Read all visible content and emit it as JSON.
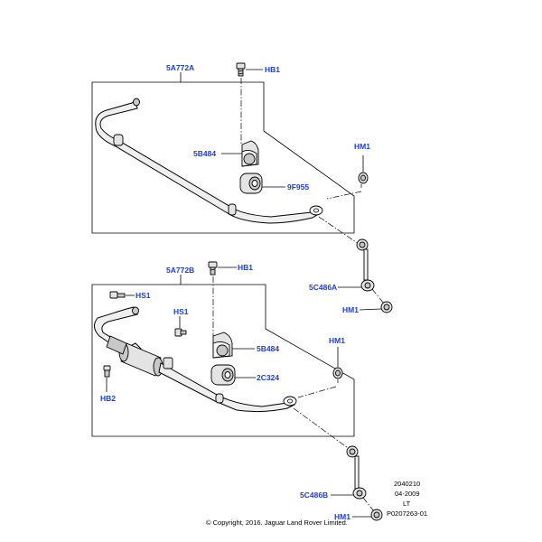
{
  "callouts": {
    "front_bar": "5A772A",
    "front_bolt": "HB1",
    "front_bracket": "5B484",
    "front_bush": "9F955",
    "front_nut": "HM1",
    "front_link": "5C486A",
    "front_link_nut": "HM1",
    "rear_bar": "5A772B",
    "rear_bolt": "HB1",
    "rear_hs_left": "HS1",
    "rear_hs_mid": "HS1",
    "rear_hb2": "HB2",
    "rear_bracket": "5B484",
    "rear_bush": "2C324",
    "rear_nut": "HM1",
    "rear_link": "5C486B",
    "rear_link_nut": "HM1"
  },
  "meta": {
    "code": "2040210",
    "date": "04-2009",
    "region": "LT",
    "ref": "P0207263-01"
  },
  "copyright": "© Copyright, 2016. Jaguar Land Rover Limited.",
  "colors": {
    "callout": "#1a3fd6",
    "line": "#000000",
    "background": "#ffffff"
  }
}
